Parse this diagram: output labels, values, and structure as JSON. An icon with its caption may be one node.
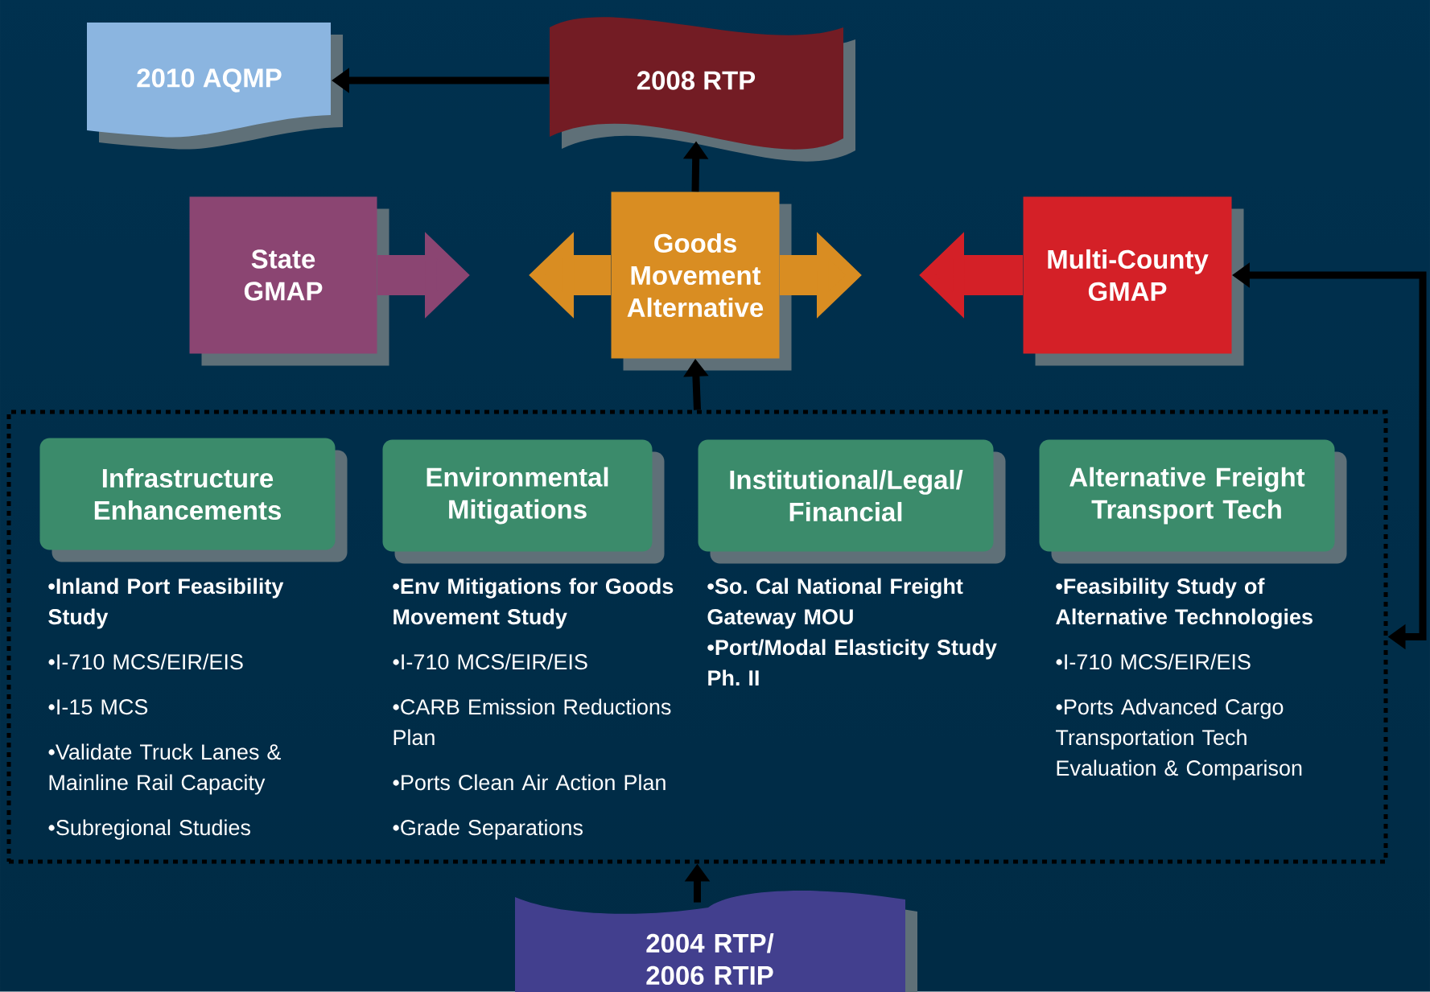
{
  "diagram": {
    "nodes": [
      {
        "text": [
          "2010 AQMP"
        ]
      },
      {
        "text": [
          "2008 RTP"
        ]
      },
      {
        "text": [
          "State GMAP"
        ]
      },
      {
        "text": [
          "Goods Movement Alternative"
        ]
      },
      {
        "text": [
          "Multi-County GMAP"
        ]
      },
      {
        "text": [],
        "shape": "box"
      },
      {
        "text": [
          "Infrastructure Enhancements"
        ],
        "in": 5,
        "beside": [
          "•Inland Port Feasibility Study",
          "•I-710 MCS/EIR/EIS",
          "•I-15 MCS",
          "•Validate Truck Lanes & Mainline Rail Capacity",
          "•Subregional Studies"
        ]
      },
      {
        "text": [
          "Environmental Mitigations"
        ],
        "in": 5,
        "beside": [
          "•Env Mitigations for Goods Movement Study",
          "•I-710 MCS/EIR/EIS",
          "•CARB Emission Reductions Plan",
          "•Ports Clean Air Action Plan",
          "•Grade Separations"
        ]
      },
      {
        "text": [
          "Institutional/Legal/ Financial"
        ],
        "in": 5,
        "beside": [
          "•So. Cal National Freight Gateway MOU",
          "•Port/Modal Elasticity Study Ph. II"
        ]
      },
      {
        "text": [
          "Alternative Freight Transport Tech"
        ],
        "in": 5,
        "beside": [
          "•Feasibility Study of Alternative Technologies",
          "•I-710 MCS/EIR/EIS",
          "•Ports Advanced Cargo Transportation Tech Evaluation & Comparison"
        ]
      },
      {
        "text": [
          "2004 RTP/ 2006 RTIP"
        ]
      }
    ],
    "edges": [
      {
        "from": 1,
        "to": 0,
        "arrow": "to"
      },
      {
        "from": 3,
        "to": 1,
        "arrow": "to"
      },
      {
        "from": 5,
        "to": 3,
        "arrow": "to"
      },
      {
        "from": 10,
        "to": 5,
        "arrow": "to"
      },
      {
        "from": 4,
        "to": 5,
        "arrow": "both"
      },
      {
        "from": 2,
        "to": null,
        "arrow": "to",
        "style": "thick",
        "color": "#8b4572"
      },
      {
        "from": 3,
        "to": null,
        "arrow": "to",
        "style": "thick",
        "color": "#d98d22"
      },
      {
        "from": 3,
        "to": null,
        "arrow": "to",
        "style": "thick",
        "color": "#d98d22"
      },
      {
        "from": 4,
        "to": null,
        "arrow": "to",
        "style": "thick",
        "color": "#d42027"
      }
    ]
  }
}
